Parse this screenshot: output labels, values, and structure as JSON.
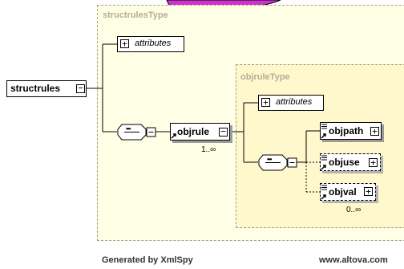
{
  "diagram": {
    "root_element": "structrules",
    "structrules_type": {
      "title": "structrulesType",
      "attributes_label": "attributes",
      "child_element": "objrule",
      "child_cardinality": "1..∞"
    },
    "objrule_type": {
      "title": "objruleType",
      "attributes_label": "attributes",
      "children": [
        {
          "name": "objpath"
        },
        {
          "name": "objuse"
        },
        {
          "name": "objval",
          "cardinality": "0..∞"
        }
      ]
    },
    "expand_glyph": "+",
    "collapse_glyph": "−",
    "sequence_symbol": "•••"
  },
  "footer": {
    "generated_by": "Generated by XmlSpy",
    "website": "www.altova.com"
  },
  "colors": {
    "outer_type_bg": "#ffffe6",
    "inner_type_bg": "#fff8cc",
    "type_title": "#b2ae96",
    "accent_magenta": "#cc33cc"
  }
}
